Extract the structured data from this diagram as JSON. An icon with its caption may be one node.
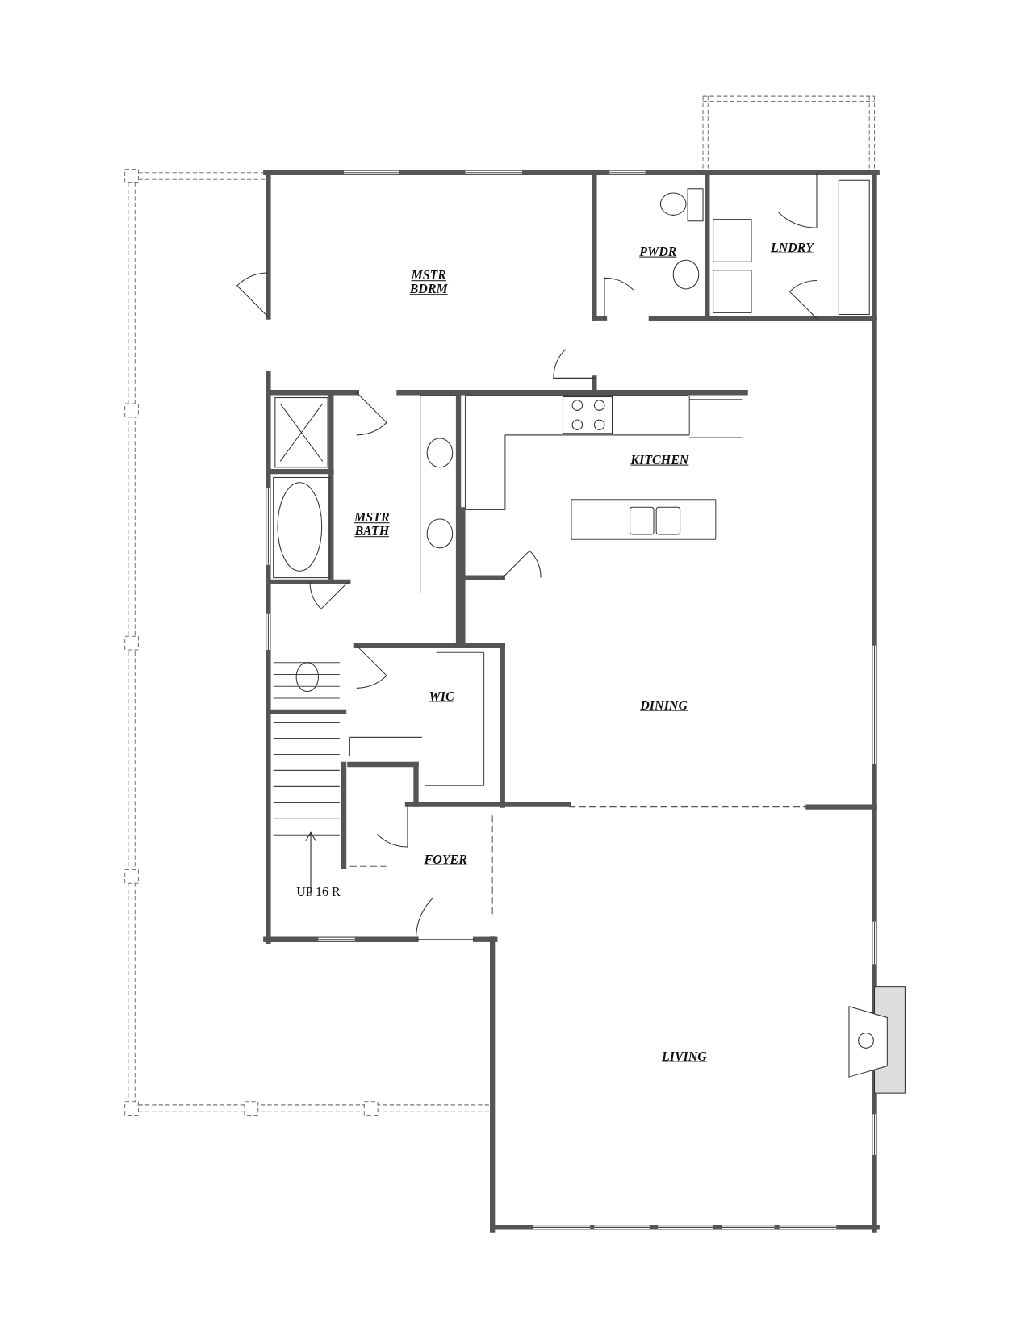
{
  "diagram": {
    "labels": [
      "MSTR BDRM",
      "PWDR",
      "LNDRY",
      "KITCHEN",
      "MSTR BATH",
      "WIC",
      "DINING",
      "FOYER",
      "LIVING",
      "UP 16 R"
    ]
  }
}
